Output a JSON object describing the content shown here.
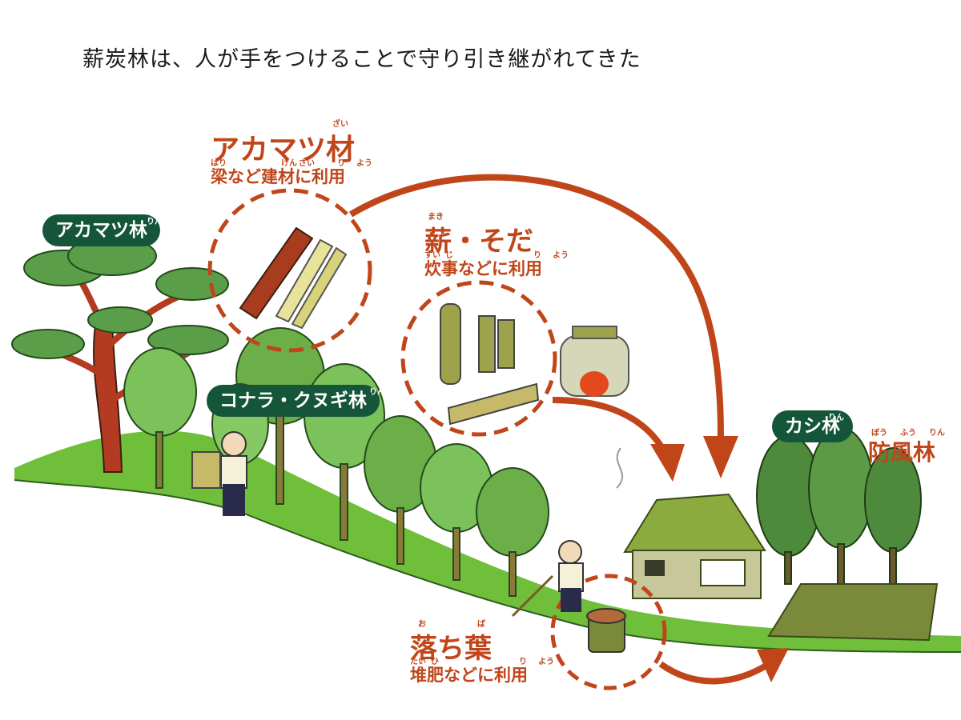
{
  "title": "薪炭林は、人が手をつけることで守り引き継がれてきた",
  "forests": {
    "akamatsu": {
      "label": "アカマツ林",
      "ruby": "りん"
    },
    "konara": {
      "label": "コナラ・クヌギ林",
      "ruby": "りん"
    },
    "kashi": {
      "label": "カシ林",
      "ruby": "りん"
    }
  },
  "windbreak": {
    "label": "防風林",
    "ruby": [
      "ぼう",
      "ふう",
      "りん"
    ]
  },
  "uses": {
    "timber": {
      "label": "アカマツ材",
      "label_ruby": "ざい",
      "use": "梁など建材に利用",
      "use_ruby": [
        "はり",
        "けん",
        "ざい",
        "り",
        "よう"
      ]
    },
    "firewood": {
      "label": "薪・そだ",
      "label_ruby": "まき",
      "use": "炊事などに利用",
      "use_ruby": [
        "すい",
        "じ",
        "り",
        "よう"
      ]
    },
    "leaves": {
      "label": "落ち葉",
      "label_ruby": [
        "お",
        "ば"
      ],
      "use": "堆肥などに利用",
      "use_ruby": [
        "たい",
        "ひ",
        "り",
        "よう"
      ]
    }
  },
  "colors": {
    "accent": "#c0461a",
    "pill_bg": "#15563a",
    "grass": "#6fbf3a",
    "tree": "#6cae47",
    "pine_trunk": "#b33b22"
  }
}
